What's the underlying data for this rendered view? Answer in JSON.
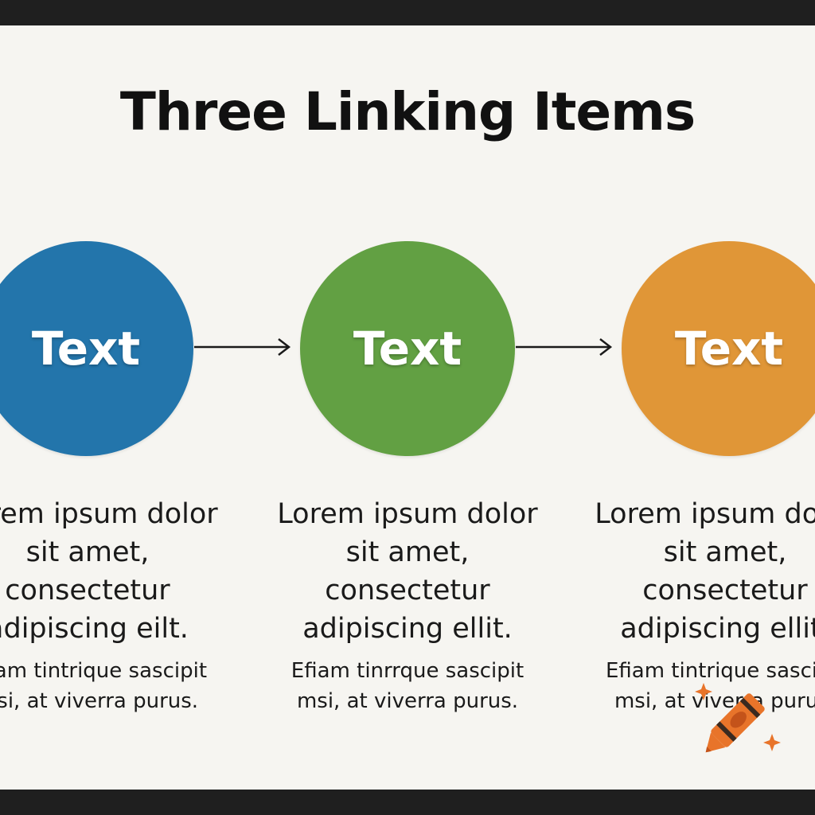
{
  "title": "Three Linking Items",
  "items": [
    {
      "label": "Text",
      "color": "#2375ab",
      "body": "Lorem ipsum dolor sit amet, consectetur adipiscing eilt.",
      "detail": "Efiam tintrique sascipit msi, at viverra purus."
    },
    {
      "label": "Text",
      "color": "#62a043",
      "body": "Lorem ipsum dolor sit amet, consectetur adipiscing ellit.",
      "detail": "Efiam tinrrque sascipit msi, at viverra purus."
    },
    {
      "label": "Text",
      "color": "#e09637",
      "body": "Lorem ipsum dolor sit amet, consectetur adipiscing ellit.",
      "detail": "Efiam tintrique sascipit msi, at viverra purus."
    }
  ],
  "colors": {
    "background": "#f6f5f1",
    "arrow": "#1a1a1a",
    "crayon": "#e8742a"
  },
  "icons": {
    "decoration": "crayon-icon"
  }
}
